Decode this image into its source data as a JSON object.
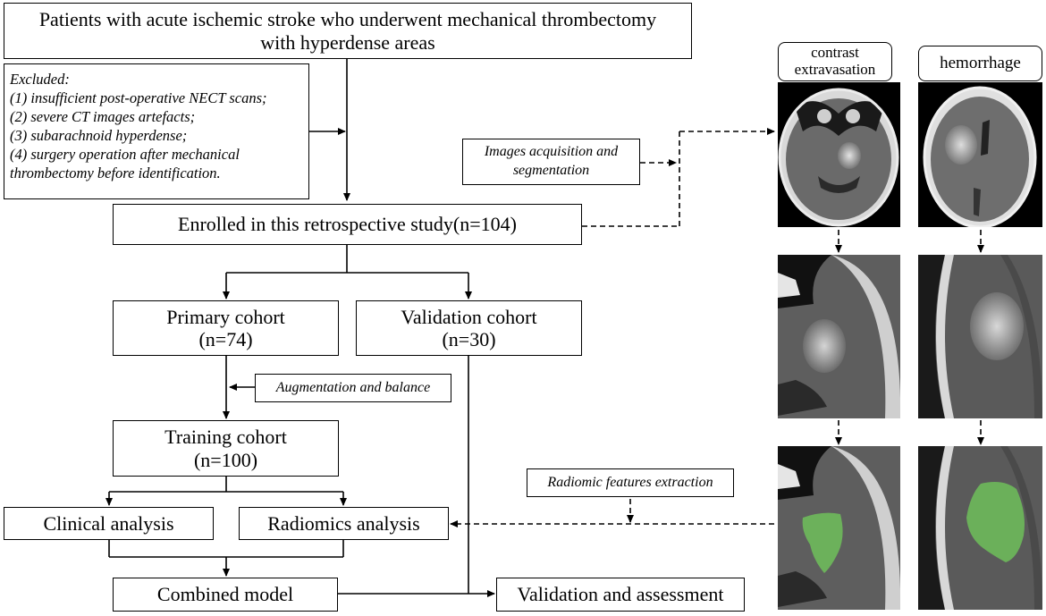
{
  "flow": {
    "top_line1": "Patients with acute ischemic stroke who underwent mechanical thrombectomy",
    "top_line2": "with hyperdense areas",
    "excluded_title": "Excluded:",
    "excluded_items": [
      "(1) insufficient post-operative NECT scans;",
      "(2) severe CT images artefacts;",
      "(3) subarachnoid hyperdense;",
      "(4) surgery operation after mechanical",
      "thrombectomy before identification."
    ],
    "enrolled": "Enrolled in this retrospective study(n=104)",
    "primary_line1": "Primary cohort",
    "primary_line2": "(n=74)",
    "validation_line1": "Validation cohort",
    "validation_line2": "(n=30)",
    "augmentation": "Augmentation and balance",
    "training_line1": "Training cohort",
    "training_line2": "(n=100)",
    "clinical": "Clinical analysis",
    "radiomics": "Radiomics analysis",
    "combined": "Combined model",
    "assessment": "Validation and assessment",
    "images_line1": "Images acquisition and",
    "images_line2": "segmentation",
    "radiomic_features": "Radiomic features extraction"
  },
  "panels": {
    "contrast_line1": "contrast",
    "contrast_line2": "extravasation",
    "hemorrhage": "hemorrhage"
  },
  "colors": {
    "segmentation_overlay": "#6fbf5a"
  }
}
